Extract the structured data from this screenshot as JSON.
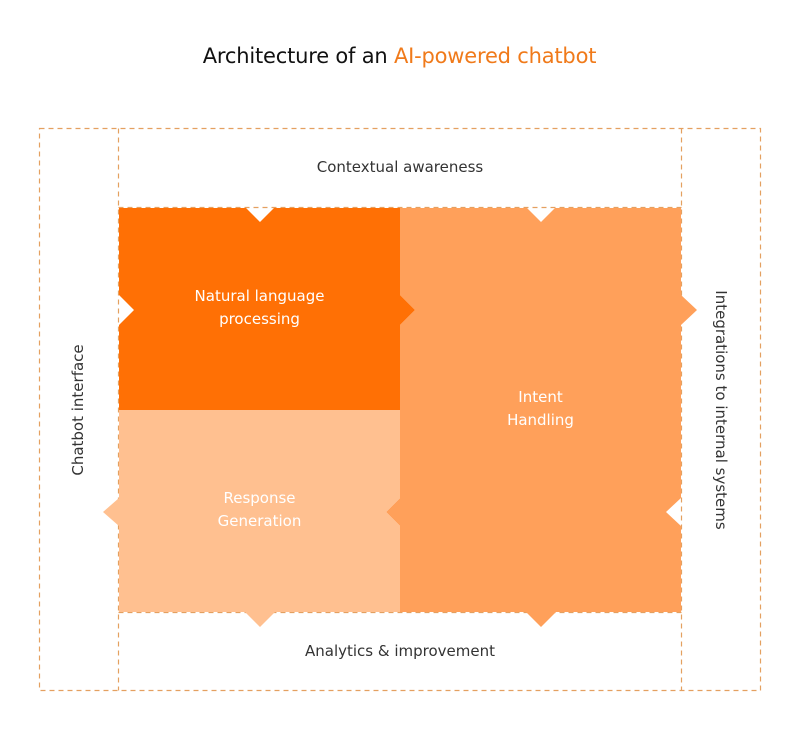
{
  "title": {
    "prefix": "Architecture of an ",
    "highlight": "AI-powered chatbot"
  },
  "colors": {
    "accent": "#f07a1a",
    "nlp_block": "#ff7005",
    "intent_block": "#ffa05a",
    "response_block": "#ffc090",
    "border": "#e4a060"
  },
  "layers": {
    "top": "Contextual awareness",
    "bottom": "Analytics & improvement",
    "left": "Chatbot interface",
    "right": "Integrations to internal systems"
  },
  "blocks": {
    "nlp": {
      "line1": "Natural language",
      "line2": "processing"
    },
    "intent": {
      "line1": "Intent",
      "line2": "Handling"
    },
    "response": {
      "line1": "Response",
      "line2": "Generation"
    }
  }
}
